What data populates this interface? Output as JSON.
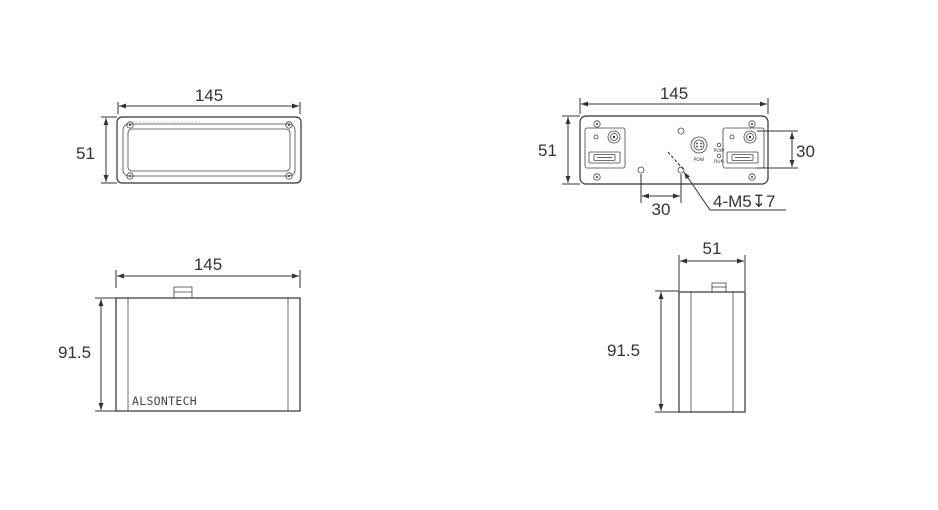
{
  "front_view": {
    "width_label": "145",
    "height_label": "51"
  },
  "rear_view": {
    "width_label": "145",
    "height_label": "51",
    "connector_spacing_label": "30",
    "hole_spacing_label": "30",
    "thread_callout": "4-M5↧7",
    "pow_label": "POW",
    "led_label_1": "POW",
    "led_label_2": "RUN"
  },
  "top_view": {
    "width_label": "145",
    "depth_label": "91.5",
    "brand": "ALSONTECH"
  },
  "side_view": {
    "width_label": "51",
    "depth_label": "91.5"
  }
}
